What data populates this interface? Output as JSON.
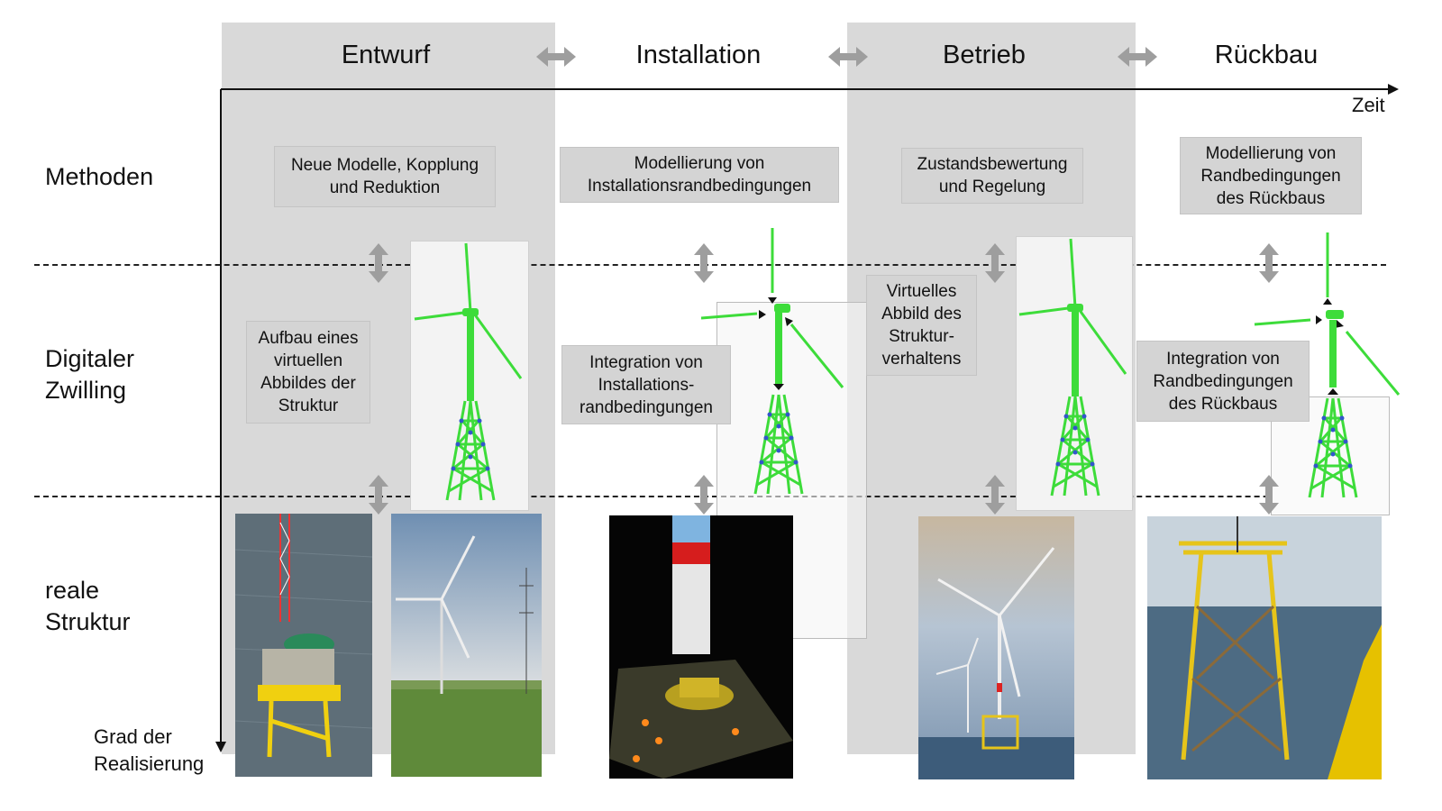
{
  "phases": [
    "Entwurf",
    "Installation",
    "Betrieb",
    "Rückbau"
  ],
  "axis": {
    "time_label": "Zeit",
    "realization_label_1": "Grad der",
    "realization_label_2": "Realisierung"
  },
  "rows": {
    "methods": "Methoden",
    "twin_1": "Digitaler",
    "twin_2": "Zwilling",
    "real_1": "reale",
    "real_2": "Struktur"
  },
  "methods": [
    {
      "lines": [
        "Neue Modelle, Kopplung",
        "und Reduktion"
      ]
    },
    {
      "lines": [
        "Modellierung von",
        "Installationsrandbedingungen"
      ]
    },
    {
      "lines": [
        "Zustandsbewertung",
        "und Regelung"
      ]
    },
    {
      "lines": [
        "Modellierung von",
        "Randbedingungen",
        "des Rückbaus"
      ]
    }
  ],
  "twin": [
    {
      "lines": [
        "Aufbau eines",
        "virtuellen",
        "Abbildes der",
        "Struktur"
      ]
    },
    {
      "lines": [
        "Integration von",
        "Installations-",
        "randbedingungen"
      ]
    },
    {
      "lines": [
        "Virtuelles",
        "Abbild des",
        "Struktur-",
        "verhaltens"
      ]
    },
    {
      "lines": [
        "Integration von",
        "Randbedingungen",
        "des Rückbaus"
      ]
    }
  ],
  "photos": [
    {
      "icon": "offshore-platform-photo"
    },
    {
      "icon": "onshore-turbine-photo"
    },
    {
      "icon": "installation-night-photo"
    },
    {
      "icon": "offshore-windfarm-photo"
    },
    {
      "icon": "jacket-foundation-photo"
    }
  ],
  "colors": {
    "band": "#d9d9d9",
    "box": "#d4d4d4",
    "turbine_green": "#3ddc3a",
    "turbine_blue": "#3355cc"
  }
}
